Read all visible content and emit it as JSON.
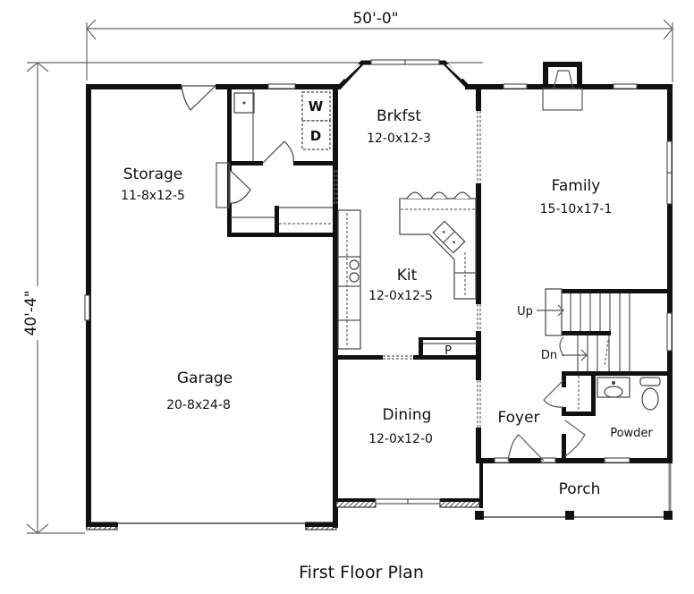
{
  "plan": {
    "title": "First Floor Plan",
    "dimensions": {
      "width": "50'-0\"",
      "depth": "40'-4\""
    },
    "rooms": [
      {
        "id": "storage",
        "name": "Storage",
        "size": "11-8x12-5"
      },
      {
        "id": "garage",
        "name": "Garage",
        "size": "20-8x24-8"
      },
      {
        "id": "brkfst",
        "name": "Brkfst",
        "size": "12-0x12-3"
      },
      {
        "id": "kit",
        "name": "Kit",
        "size": "12-0x12-5"
      },
      {
        "id": "dining",
        "name": "Dining",
        "size": "12-0x12-0"
      },
      {
        "id": "family",
        "name": "Family",
        "size": "15-10x17-1"
      },
      {
        "id": "foyer",
        "name": "Foyer",
        "size": ""
      },
      {
        "id": "powder",
        "name": "Powder",
        "size": ""
      },
      {
        "id": "porch",
        "name": "Porch",
        "size": ""
      }
    ],
    "fixtures": {
      "washer": "W",
      "dryer": "D",
      "pantry": "P",
      "stairs_up": "Up",
      "stairs_down": "Dn"
    },
    "colors": {
      "wall": "#111111",
      "line": "#555555",
      "background": "#ffffff"
    }
  }
}
